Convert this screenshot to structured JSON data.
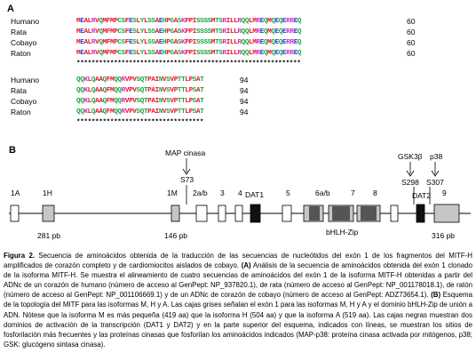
{
  "panel_a": {
    "label": "A",
    "block1": {
      "rows": [
        {
          "species": "Humano",
          "seq": "MEALRVQMFMPCSFESLYLSSAEHPGASKPPISSSSMTSRILLRQQLMREQMQEQERREQ",
          "end": "60"
        },
        {
          "species": "Rata",
          "seq": "MEALRVQMFMPCSFESLYLSSAEHPGASKPPISSSSMTSRILLRQQLMREQMQEQERREQ",
          "end": "60"
        },
        {
          "species": "Cobayo",
          "seq": "MEALRVQMFMPCSFESLYLSSAEHPGASKPPISSSSMTSRILLRQQLMREQMQEQERREQ",
          "end": "60"
        },
        {
          "species": "Raton",
          "seq": "MEALRVQMFMPCSFESLYLSSAEHPGASKPPISSSSMTSRILLRQQLMREQMQEQERREQ",
          "end": "60"
        }
      ],
      "consensus": "************************************************************"
    },
    "block2": {
      "rows": [
        {
          "species": "Humano",
          "seq": "QQKLQAAQFMQQRVPVSQTPAINVSVPTTLPSAT",
          "end": "94"
        },
        {
          "species": "Rata",
          "seq": "QQKLQAAQFMQQRVPVSQTPAINVSVPTTLPSAT",
          "end": "94"
        },
        {
          "species": "Cobayo",
          "seq": "QQKLQAAQFMQQRVPVSQTPAINVSVPTTLPSAT",
          "end": "94"
        },
        {
          "species": "Raton",
          "seq": "QQKLQAAQFMQQRVPVSQTPAINVSVPTTLPSAT",
          "end": "94"
        }
      ],
      "consensus": "**********************************"
    },
    "residue_colors": {
      "red": "#e8102a",
      "blue": "#1f3fd0",
      "magenta": "#d42ec8",
      "green": "#1aa63a"
    }
  },
  "panel_b": {
    "label": "B",
    "kinase_labels": {
      "map": "MAP cinasa",
      "map_site": "S73",
      "gsk": "GSK3β",
      "gsk_site": "S298",
      "p38": "p38",
      "p38_site": "S307"
    },
    "exon_labels": [
      "1A",
      "1H",
      "1M",
      "2a/b",
      "3",
      "4",
      "DAT1",
      "5",
      "6a/b",
      "7",
      "8",
      "DAT2",
      "9"
    ],
    "size_labels": [
      "281 pb",
      "146 pb",
      "316 pb"
    ],
    "domain_label": "bHLH-Zip"
  },
  "caption": {
    "lead": "Figura 2.",
    "part1": " Secuencia de aminoácidos obtenida de la traducción de las secuencias de nucleótidos del exón 1 de los fragmentos del MITF-H amplificados de corazón completo y de cardiomiocitos aislados de cobayo. ",
    "a_mark": "(A)",
    "part2": " Análisis de la secuencia de aminoácidos obtenida del exón 1 clonado de la isoforma MITF-H. Se muestra el alineamiento de cuatro secuencias de aminoácidos del exón 1 de la isoforma MITF-H obtenidas a partir del ADNc de un corazón de humano (número de acceso al GenPept: NP_937820.1), de rata (número de acceso al GenPept: NP_001178018.1), de ratón (número de acceso al GenPept: NP_001106669.1) y de un ADNc de corazón de cobayo (número de acceso al GenPept: ADZ73654.1). ",
    "b_mark": "(B)",
    "part3": " Esquema de la topología del MITF para las isoformas M, H y A. Las cajas grises señalan el exón 1 para las isoformas M, H y A y el dominio bHLH-Zip de unión a ADN. Nótese que la isoforma M es más pequeña (419 aa) que la isoforma H (504 aa) y que la isoforma A (519 aa). Las cajas negras muestran dos dominios de activación de la transcripción (DAT1 y DAT2) y en la parte superior del esquema, indicados con líneas, se muestran los sitios de fosforilación más frecuentes y las proteínas cinasas que fosforilan los aminoácidos indicados (MAP-p38: proteína cinasa activada por mitógenos, p38; GSK: glucógeno sintasa cinasa)."
  }
}
